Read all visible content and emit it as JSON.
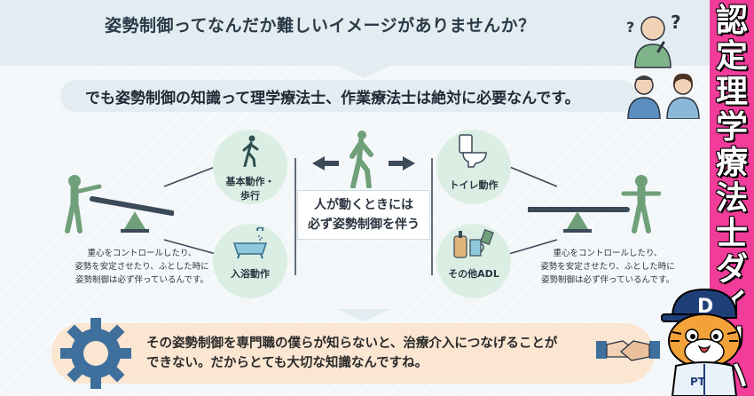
{
  "header": {
    "question": "姿勢制御ってなんだか難しいイメージがありませんか？",
    "statement": "でも姿勢制御の知識って理学療法士、作業療法士は絶対に必要なんです。"
  },
  "center": {
    "line1": "人が動くときには",
    "line2": "必ず姿勢制御を伴う"
  },
  "activities": [
    {
      "label_line1": "基本動作・",
      "label_line2": "歩行"
    },
    {
      "label_line1": "入浴動作",
      "label_line2": ""
    },
    {
      "label_line1": "トイレ動作",
      "label_line2": ""
    },
    {
      "label_line1": "その他ADL",
      "label_line2": ""
    }
  ],
  "left_desc": {
    "line1": "重心をコントロールしたり、",
    "line2": "姿勢を安定させたり、ふとした時に",
    "line3": "姿勢制御は必ず伴っているんです。"
  },
  "right_desc": {
    "line1": "重心をコントロールしたり、",
    "line2": "姿勢を安定させたり、ふとした時に",
    "line3": "姿勢制御は必ず伴っているんです。"
  },
  "bottom": {
    "line1": "その姿勢制御を専門職の僕らが知らないと、治療介入につなげることが",
    "line2": "できない。だからとても大切な知識なんですね。"
  },
  "side_title": "認定理学療法士 ダイリハ",
  "mascot": {
    "cap_letter": "D",
    "shirt_text": "PT"
  },
  "colors": {
    "accent_pink": "#f23c9a",
    "green": "#6fa07a",
    "banner_blue": "#e3ecf1",
    "bottom_peach": "#fbe6d2",
    "gear_blue": "#3f6f9c"
  }
}
